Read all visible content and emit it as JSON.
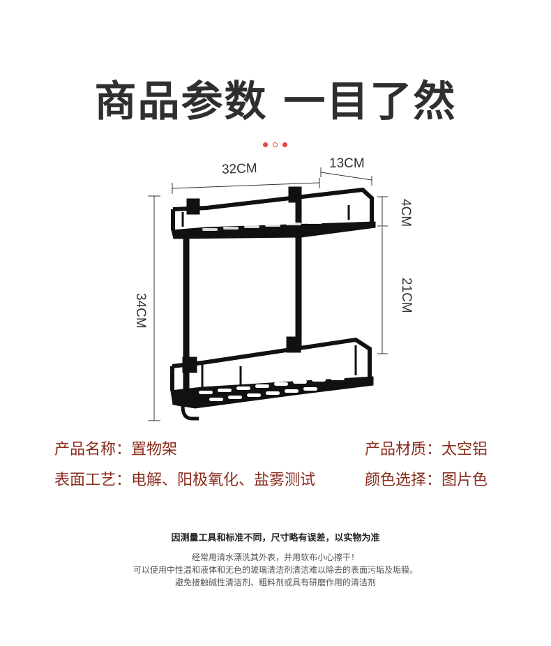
{
  "title": "商品参数 一目了然",
  "dimensions": {
    "width": "32CM",
    "depth": "13CM",
    "rail_height": "4CM",
    "shelf_gap": "21CM",
    "total_height": "34CM"
  },
  "specs": {
    "name": "产品名称：置物架",
    "material": "产品材质：太空铝",
    "process": "表面工艺：电解、阳极氧化、盐雾测试",
    "color": "颜色选择：图片色"
  },
  "notes": {
    "main": "因测量工具和标准不同，尺寸略有误差，以实物为准",
    "line1": "经常用清水漂洗其外表，并用软布小心擦干！",
    "line2": "可以使用中性温和液体和无色的玻璃清洁剂清洁难以除去的表面污垢及垢膜。",
    "line3": "避免接触碱性清洁剂、粗料剂或具有研磨作用的清洁剂"
  },
  "colors": {
    "title": "#2f2f2f",
    "accent": "#e8473f",
    "spec_text": "#8a2c1e",
    "product": "#111111"
  }
}
